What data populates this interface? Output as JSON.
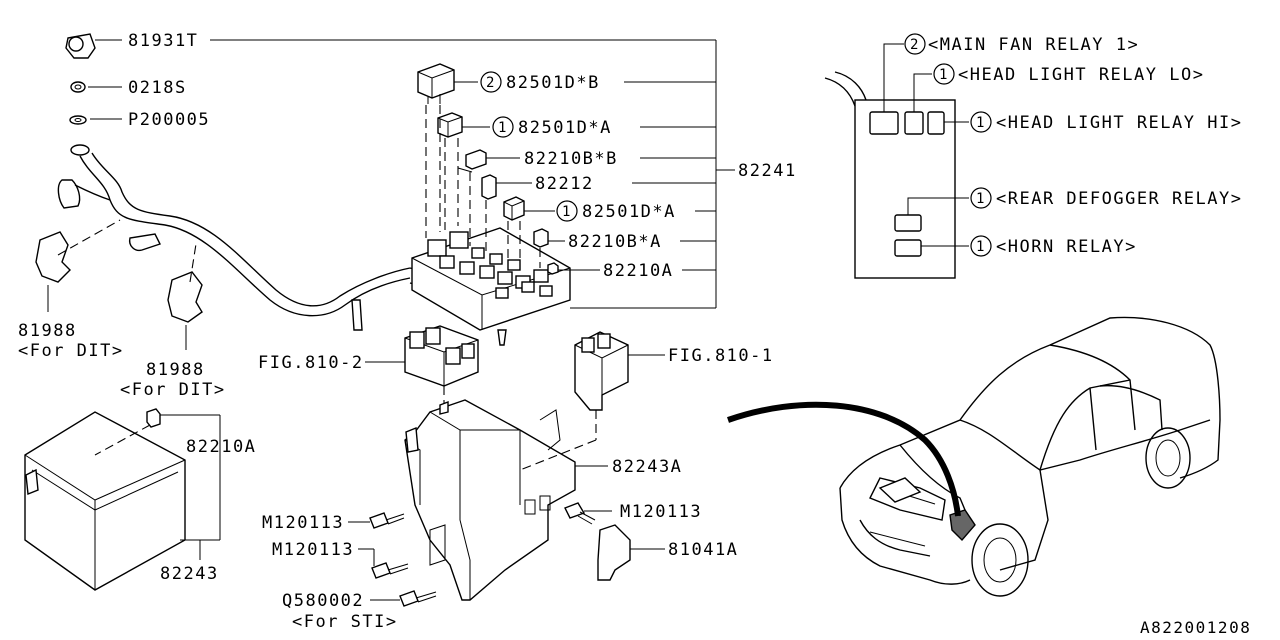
{
  "labels": {
    "p81931t": "81931T",
    "p0218s": "0218S",
    "p200005": "P200005",
    "r82501db": "82501D*B",
    "r82501da_1": "82501D*A",
    "f82210bb": "82210B*B",
    "f82212": "82212",
    "r82501da_2": "82501D*A",
    "f82210ba": "82210B*A",
    "f82210a_top": "82210A",
    "p82241": "82241",
    "p81988_left": "81988",
    "note_dit_left": "<For DIT>",
    "p81988_mid": "81988",
    "note_dit_mid": "<For DIT>",
    "fig810_2": "FIG.810-2",
    "fig810_1": "FIG.810-1",
    "f82210a_cover": "82210A",
    "p82243": "82243",
    "p82243a": "82243A",
    "m120113_a": "M120113",
    "m120113_b": "M120113",
    "m120113_c": "M120113",
    "q580002": "Q580002",
    "note_sti": "<For STI>",
    "p81041a": "81041A",
    "diagram_id": "A822001208"
  },
  "circle_numbers": {
    "r82501db": "2",
    "r82501da_1": "1",
    "r82501da_2": "1"
  },
  "relay_legend": [
    {
      "num": "2",
      "text": "<MAIN FAN RELAY 1>"
    },
    {
      "num": "1",
      "text": "<HEAD LIGHT RELAY LO>"
    },
    {
      "num": "1",
      "text": "<HEAD LIGHT RELAY HI>"
    },
    {
      "num": "1",
      "text": "<REAR DEFOGGER RELAY>"
    },
    {
      "num": "1",
      "text": "<HORN RELAY>"
    }
  ],
  "colors": {
    "line": "#000000",
    "background": "#ffffff"
  }
}
